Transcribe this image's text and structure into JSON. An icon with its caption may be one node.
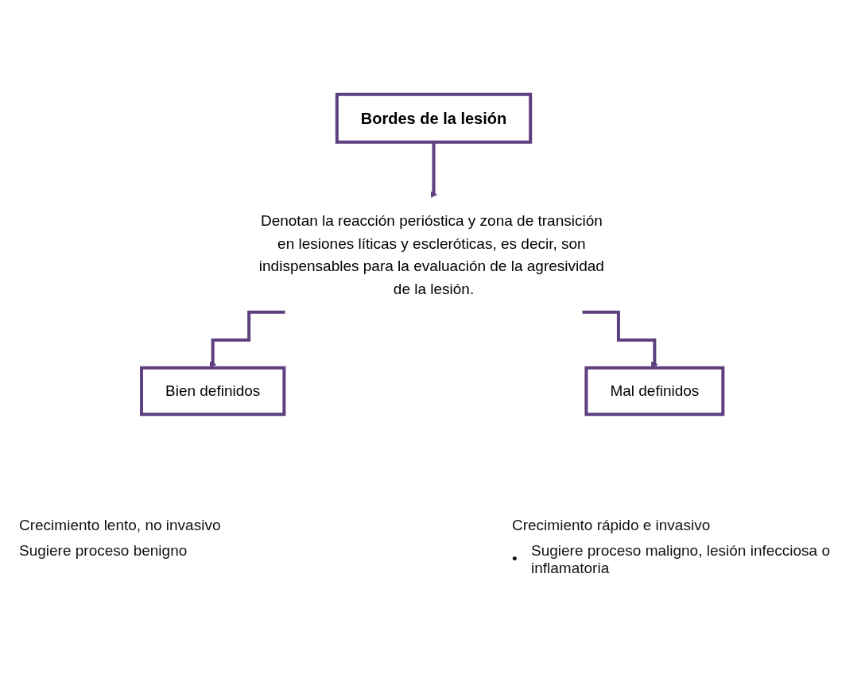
{
  "diagram": {
    "nodes": [
      {
        "text": [
          "Bordes de la lesión"
        ]
      },
      {
        "text": [
          "Denotan la reacción perióstica y zona de transición en lesiones líticas y escleróticas, es decir, son indispensables para la evaluación de la agresividad de la lesión."
        ]
      },
      {
        "text": [
          "Bien definidos"
        ]
      },
      {
        "text": [
          "Mal definidos"
        ]
      }
    ],
    "edges": [
      {
        "from": 0,
        "to": 1,
        "arrow": "to"
      },
      {
        "from": 1,
        "to": 2,
        "arrow": "to"
      },
      {
        "from": 1,
        "to": 3,
        "arrow": "to"
      }
    ],
    "labels": [
      "Crecimiento rápido e invasivo",
      "Crecimiento lento, no invasivo",
      "•",
      "Sugiere proceso maligno, lesión infecciosa o inflamatoria",
      "Sugiere proceso benigno"
    ]
  }
}
